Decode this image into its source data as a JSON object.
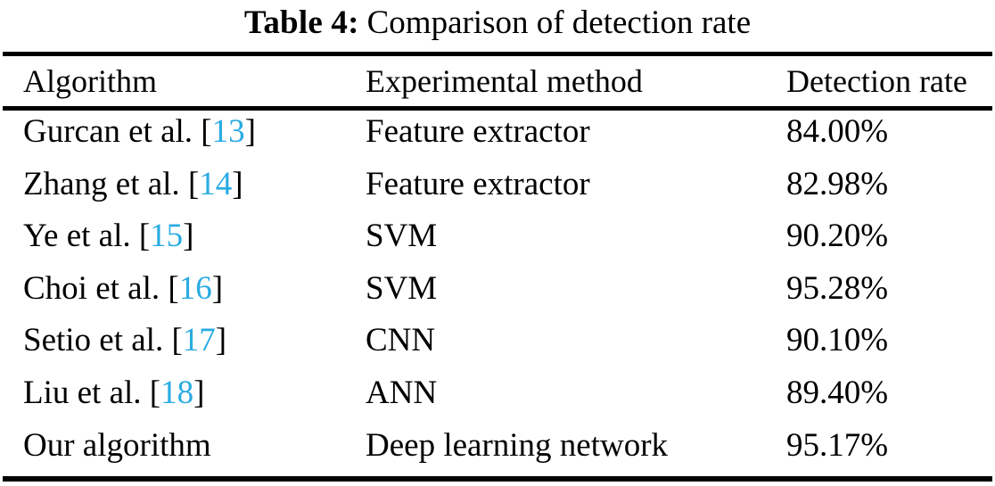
{
  "caption": {
    "label": "Table 4:",
    "text": "Comparison of detection rate"
  },
  "colors": {
    "reference_link": "#29abe2",
    "text": "#000000",
    "rule": "#000000",
    "background": "#ffffff"
  },
  "table": {
    "columns": [
      {
        "key": "algorithm",
        "header": "Algorithm"
      },
      {
        "key": "method",
        "header": "Experimental method"
      },
      {
        "key": "rate",
        "header": "Detection rate"
      }
    ],
    "rows": [
      {
        "algorithm_name": "Gurcan et al.",
        "ref_open": "[",
        "ref_number": "13",
        "ref_close": "]",
        "method": "Feature extractor",
        "rate": "84.00%"
      },
      {
        "algorithm_name": "Zhang et al.",
        "ref_open": "[",
        "ref_number": "14",
        "ref_close": "]",
        "method": "Feature extractor",
        "rate": "82.98%"
      },
      {
        "algorithm_name": "Ye et al.",
        "ref_open": "[",
        "ref_number": "15",
        "ref_close": "]",
        "method": "SVM",
        "rate": "90.20%"
      },
      {
        "algorithm_name": "Choi et al.",
        "ref_open": "[",
        "ref_number": "16",
        "ref_close": "]",
        "method": "SVM",
        "rate": "95.28%"
      },
      {
        "algorithm_name": "Setio et al.",
        "ref_open": "[",
        "ref_number": "17",
        "ref_close": "]",
        "method": "CNN",
        "rate": "90.10%"
      },
      {
        "algorithm_name": "Liu et al.",
        "ref_open": "[",
        "ref_number": "18",
        "ref_close": "]",
        "method": "ANN",
        "rate": "89.40%"
      },
      {
        "algorithm_name": "Our algorithm",
        "ref_open": "",
        "ref_number": "",
        "ref_close": "",
        "method": "Deep learning network",
        "rate": "95.17%"
      }
    ]
  }
}
